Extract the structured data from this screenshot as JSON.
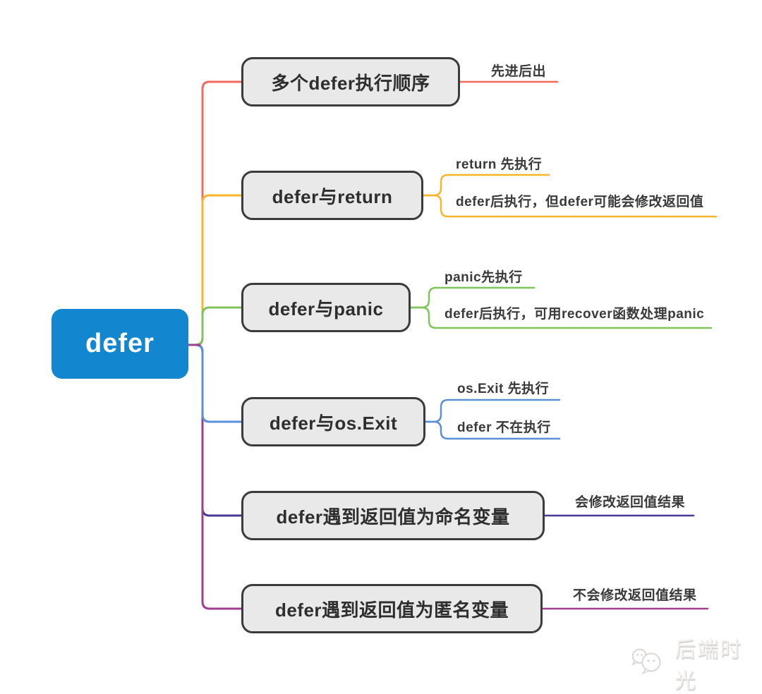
{
  "root": {
    "label": "defer"
  },
  "branches": [
    {
      "topic": "多个defer执行顺序",
      "color": "#f4695e",
      "leaves": [
        "先进后出"
      ]
    },
    {
      "topic": "defer与return",
      "color": "#f7b52c",
      "leaves": [
        "return 先执行",
        "defer后执行，但defer可能会修改返回值"
      ]
    },
    {
      "topic": "defer与panic",
      "color": "#7fc35c",
      "leaves": [
        "panic先执行",
        "defer后执行，可用recover函数处理panic"
      ]
    },
    {
      "topic": "defer与os.Exit",
      "color": "#5b8fd8",
      "leaves": [
        "os.Exit 先执行",
        "defer 不在执行"
      ]
    },
    {
      "topic": "defer遇到返回值为命名变量",
      "color": "#453a94",
      "leaves": [
        "会修改返回值结果"
      ]
    },
    {
      "topic": "defer遇到返回值为匿名变量",
      "color": "#a03f8d",
      "leaves": [
        "不会修改返回值结果"
      ]
    }
  ],
  "watermark": {
    "label": "后端时光",
    "icon": "wechat-icon"
  },
  "colors": {
    "root_fill": "#1287d0",
    "box_fill": "#e9e9e9",
    "box_border": "#3b3b3b",
    "text": "#2e2e2e"
  }
}
